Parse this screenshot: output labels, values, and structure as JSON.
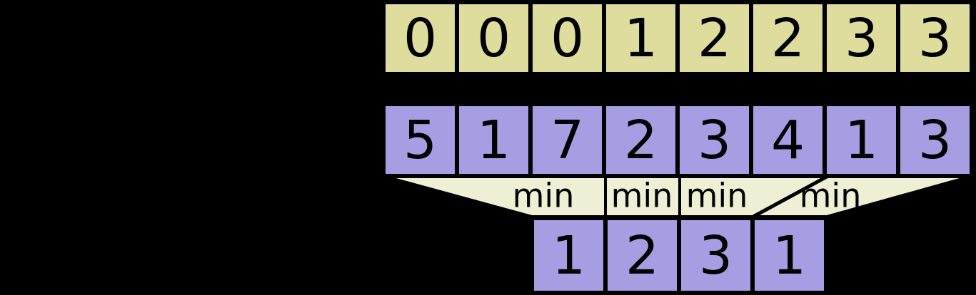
{
  "diagram": {
    "title": "sliding-window-minimum",
    "colors": {
      "background": "#000000",
      "index_cell": "#DEDD9E",
      "value_cell": "#A79DE3",
      "result_cell": "#A79DE3",
      "funnel_fill": "#EFEFD5",
      "stroke": "#000000"
    },
    "index_row": {
      "name": "index-array",
      "cells": [
        "0",
        "0",
        "0",
        "1",
        "2",
        "2",
        "3",
        "3"
      ]
    },
    "value_row": {
      "name": "value-array",
      "cells": [
        "5",
        "1",
        "7",
        "2",
        "3",
        "4",
        "1",
        "3"
      ]
    },
    "funnel": {
      "name": "min-funnel",
      "labels": [
        "min",
        "min",
        "min",
        "min"
      ]
    },
    "result_row": {
      "name": "result-array",
      "cells": [
        "1",
        "2",
        "3",
        "1"
      ]
    }
  }
}
